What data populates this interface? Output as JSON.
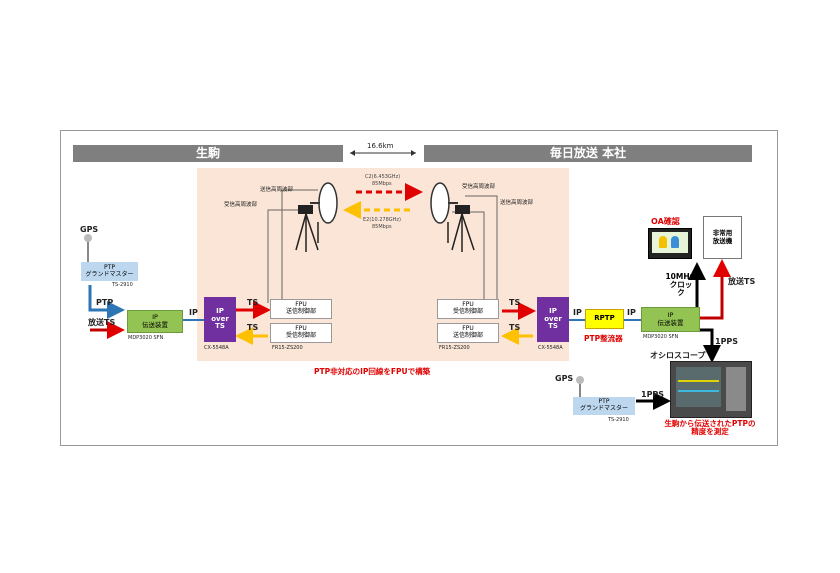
{
  "header_left": "生駒",
  "header_right": "毎日放送 本社",
  "distance": "16.6km",
  "link_c2_freq": "C2(6.453GHz)",
  "link_c2_rate": "85Mbps",
  "link_e2_freq": "E2(10.278GHz)",
  "link_e2_rate": "85Mbps",
  "left_antenna_tx": "送信高周波部",
  "left_antenna_rx": "受信高周波部",
  "right_antenna_rx": "受信高周波部",
  "right_antenna_tx": "送信高周波部",
  "gps_left": "GPS",
  "gps_right": "GPS",
  "ptp_gm_left": {
    "line1": "PTP",
    "line2": "グランドマスター",
    "model": "TS-2910"
  },
  "ptp_gm_right": {
    "line1": "PTP",
    "line2": "グランドマスター",
    "model": "TS-2910"
  },
  "ptp_arrow_label": "PTP",
  "broadcast_ts_left": "放送TS",
  "ip_tx_left": {
    "line1": "IP",
    "line2": "伝送装置",
    "model": "MDP3020 SFN"
  },
  "ip_tx_right": {
    "line1": "IP",
    "line2": "伝送装置",
    "model": "MDP3020 SFN"
  },
  "ip_label_left": "IP",
  "ip_over_ts_left": {
    "l1": "IP",
    "l2": "over",
    "l3": "TS",
    "model": "CX-5548A"
  },
  "ip_over_ts_right": {
    "l1": "IP",
    "l2": "over",
    "l3": "TS",
    "model": "CX-5548A"
  },
  "ts_label": "TS",
  "fpu_left_tx": {
    "l1": "FPU",
    "l2": "送信制御部"
  },
  "fpu_left_rx": {
    "l1": "FPU",
    "l2": "受信制御部",
    "model": "FR15-ZS200"
  },
  "fpu_right_rx": {
    "l1": "FPU",
    "l2": "受信制御部"
  },
  "fpu_right_tx": {
    "l1": "FPU",
    "l2": "送信制御部",
    "model": "FR15-ZS200"
  },
  "caption_center": "PTP非対応のIP回線をFPUで構築",
  "ip_label_right1": "IP",
  "ip_label_right2": "IP",
  "rptp": "RPTP",
  "rptp_caption": "PTP整流器",
  "oa_check": "OA確認",
  "emergency_box": {
    "l1": "非常用",
    "l2": "放送機"
  },
  "clock_label": {
    "l1": "10MHz",
    "l2": "クロック"
  },
  "broadcast_ts_right": "放送TS",
  "pps1": "1PPS",
  "pps2": "1PPS",
  "oscilloscope": "オシロスコープ",
  "measure_caption": {
    "l1": "生駒から伝送されたPTPの",
    "l2": "精度を測定"
  },
  "colors": {
    "purple": "#7030a0",
    "green": "#92c353",
    "lightblue": "#bdd7ee",
    "red": "#e00000",
    "orange": "#ffc000",
    "blue": "#2e75b6",
    "yellow": "#ffff00"
  }
}
